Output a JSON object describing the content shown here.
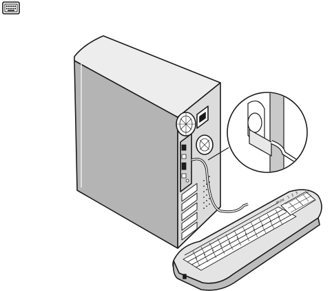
{
  "icons": {
    "port_icon": "keyboard-port-icon"
  },
  "keyboard": {
    "top_labels": [
      "Mute",
      "1",
      "2",
      "3"
    ]
  },
  "colors": {
    "line": "#1a1a1a",
    "tower_side": "#b4b4b4",
    "tower_top": "#ededed",
    "tower_back": "#dcdcdc",
    "tower_back_panel": "#cfcfcf",
    "keyboard_body": "#e4e4e4",
    "keyboard_front": "#bdbdbd",
    "key": "#f7f7f7",
    "zoom_fill": "#ffffff",
    "zoom_wall": "#c9c9c9"
  }
}
